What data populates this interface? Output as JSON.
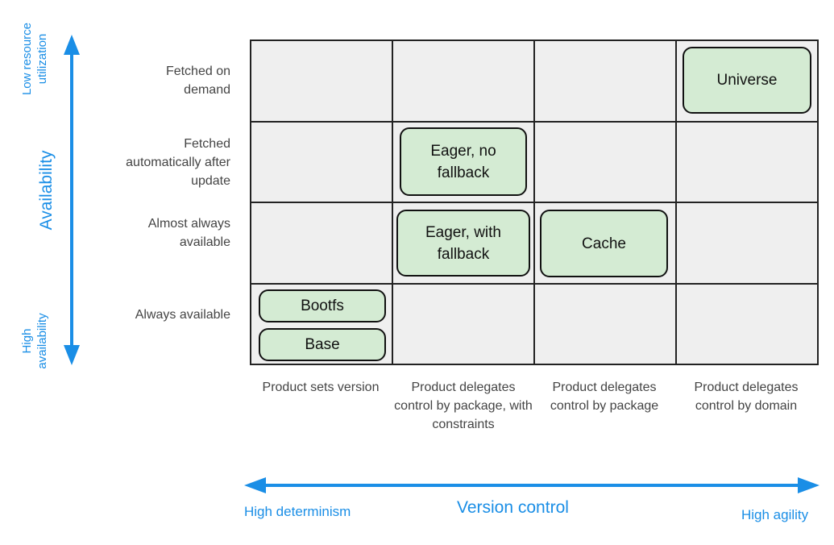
{
  "rows": [
    {
      "label": "Fetched on demand"
    },
    {
      "label": "Fetched automatically after update"
    },
    {
      "label": "Almost always available"
    },
    {
      "label": "Always available"
    }
  ],
  "columns": [
    {
      "label": "Product sets version"
    },
    {
      "label": "Product delegates control by package, with constraints"
    },
    {
      "label": "Product delegates control by package"
    },
    {
      "label": "Product delegates control by domain"
    }
  ],
  "boxes": {
    "universe": "Universe",
    "eager_no_fallback": "Eager, no fallback",
    "eager_with_fallback": "Eager, with fallback",
    "cache": "Cache",
    "bootfs": "Bootfs",
    "base": "Base"
  },
  "y_axis": {
    "title": "Availability",
    "top_label": "Low resource utilization",
    "bottom_label": "High availability"
  },
  "x_axis": {
    "title": "Version control",
    "left_label": "High determinism",
    "right_label": "High agility"
  },
  "colors": {
    "axis": "#1a8ee6",
    "box_fill": "#d4ebd3",
    "cell_fill": "#efefef"
  }
}
